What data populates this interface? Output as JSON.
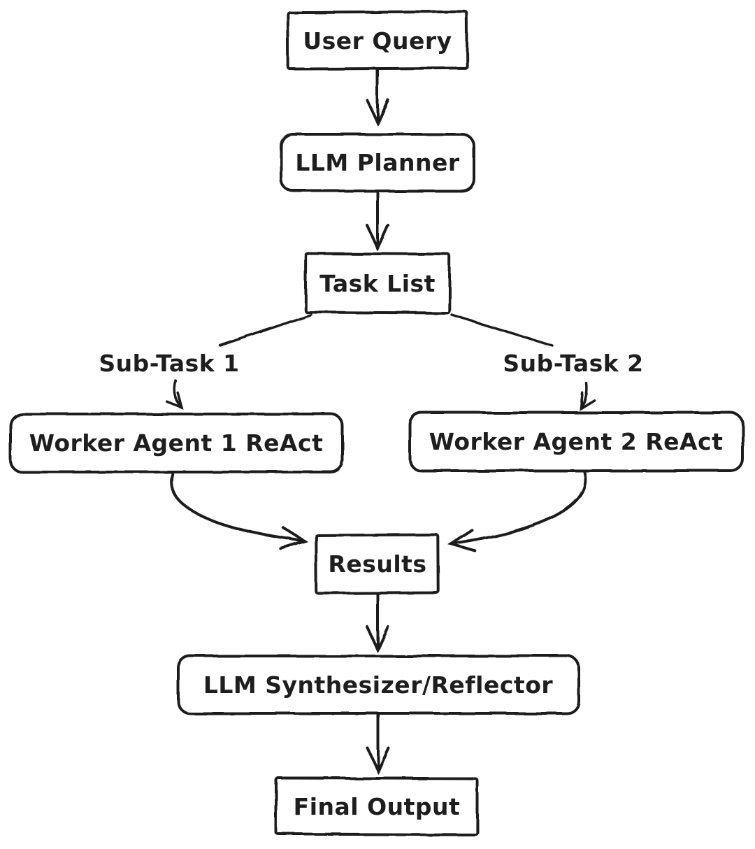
{
  "diagram": {
    "type": "flowchart",
    "style": "hand-drawn",
    "background_color": "#ffffff",
    "stroke_color": "#1e1e1e",
    "nodes": [
      {
        "id": "user-query",
        "label": "User Query",
        "shape": "rectangle"
      },
      {
        "id": "llm-planner",
        "label": "LLM Planner",
        "shape": "rounded-rectangle"
      },
      {
        "id": "task-list",
        "label": "Task List",
        "shape": "rectangle"
      },
      {
        "id": "sub-task-1",
        "label": "Sub-Task 1",
        "shape": "text-label"
      },
      {
        "id": "sub-task-2",
        "label": "Sub-Task 2",
        "shape": "text-label"
      },
      {
        "id": "worker-agent-1",
        "label": "Worker Agent 1 ReAct",
        "shape": "rounded-rectangle"
      },
      {
        "id": "worker-agent-2",
        "label": "Worker Agent 2 ReAct",
        "shape": "rounded-rectangle"
      },
      {
        "id": "results",
        "label": "Results",
        "shape": "rectangle"
      },
      {
        "id": "llm-synthesizer",
        "label": "LLM Synthesizer/Reflector",
        "shape": "rounded-rectangle"
      },
      {
        "id": "final-output",
        "label": "Final Output",
        "shape": "rectangle"
      }
    ],
    "edges": [
      {
        "from": "user-query",
        "to": "llm-planner",
        "arrow": true
      },
      {
        "from": "llm-planner",
        "to": "task-list",
        "arrow": true
      },
      {
        "from": "task-list",
        "to": "sub-task-1",
        "arrow": false
      },
      {
        "from": "task-list",
        "to": "sub-task-2",
        "arrow": false
      },
      {
        "from": "sub-task-1",
        "to": "worker-agent-1",
        "arrow": true
      },
      {
        "from": "sub-task-2",
        "to": "worker-agent-2",
        "arrow": true
      },
      {
        "from": "worker-agent-1",
        "to": "results",
        "arrow": true
      },
      {
        "from": "worker-agent-2",
        "to": "results",
        "arrow": true
      },
      {
        "from": "results",
        "to": "llm-synthesizer",
        "arrow": true
      },
      {
        "from": "llm-synthesizer",
        "to": "final-output",
        "arrow": true
      }
    ]
  }
}
